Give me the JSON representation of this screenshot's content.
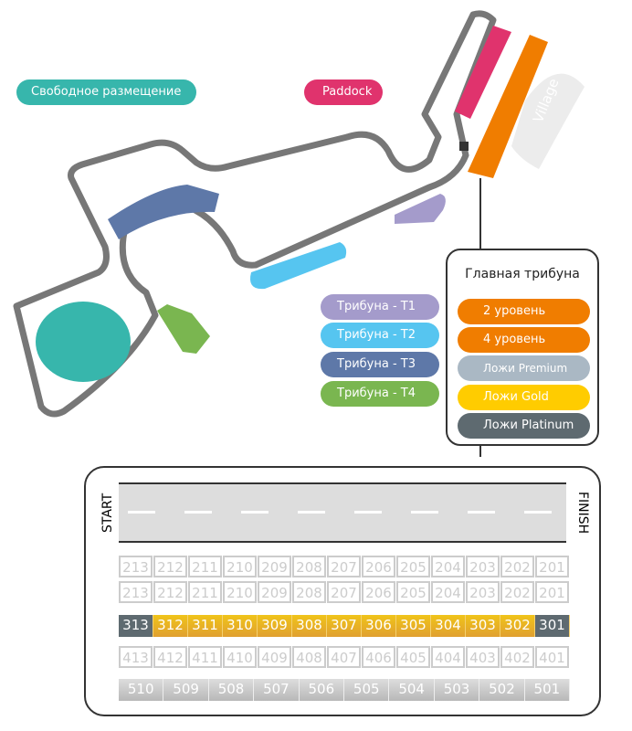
{
  "labels": {
    "free": "Свободное размещение",
    "paddock": "Paddock",
    "village": "Village"
  },
  "tribunes": [
    "Трибуна - T1",
    "Трибуна - T2",
    "Трибуна - T3",
    "Трибуна - T4"
  ],
  "main": {
    "title": "Главная трибуна",
    "items": [
      "2 уровень",
      "4 уровень",
      "Ложи Premium",
      "Ложи Gold",
      "Ложи Platinum"
    ]
  },
  "panel": {
    "start": "START",
    "finish": "FINISH",
    "row_a": [
      "213",
      "212",
      "211",
      "210",
      "209",
      "208",
      "207",
      "206",
      "205",
      "204",
      "203",
      "202",
      "201"
    ],
    "row_b": [
      "213",
      "212",
      "211",
      "210",
      "209",
      "208",
      "207",
      "206",
      "205",
      "204",
      "203",
      "202",
      "201"
    ],
    "row_3": [
      "313",
      "312",
      "311",
      "310",
      "309",
      "308",
      "307",
      "306",
      "305",
      "304",
      "303",
      "302",
      "301"
    ],
    "row_4": [
      "413",
      "412",
      "411",
      "410",
      "409",
      "408",
      "407",
      "406",
      "405",
      "404",
      "403",
      "402",
      "401"
    ],
    "row_5": [
      "510",
      "509",
      "508",
      "507",
      "506",
      "505",
      "504",
      "503",
      "502",
      "501"
    ]
  },
  "colors": {
    "teal": "#37b6ac",
    "pink": "#e0336d",
    "orange": "#f07d00",
    "t1": "#a49bcb",
    "t2": "#56c5f0",
    "t3": "#5e78a8",
    "t4": "#7ab650",
    "premium": "#aab8c4",
    "gold": "#ffcc00",
    "platinum": "#5e6a70"
  }
}
